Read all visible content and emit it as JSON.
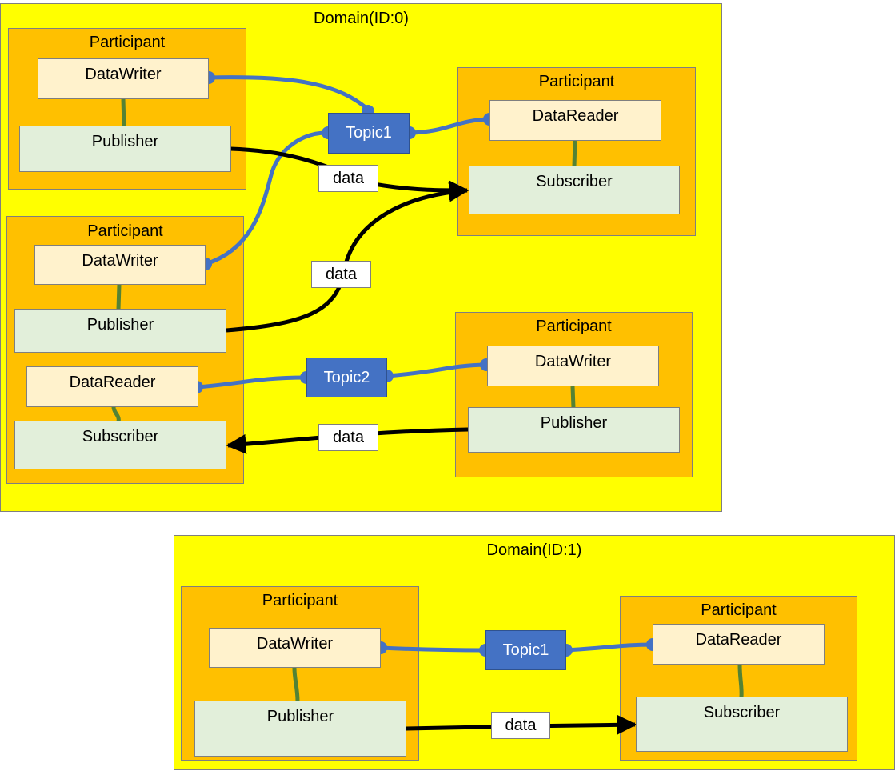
{
  "domains": [
    {
      "label": "Domain(ID:0)"
    },
    {
      "label": "Domain(ID:1)"
    }
  ],
  "participant_label": "Participant",
  "entities": {
    "writer": "DataWriter",
    "reader": "DataReader",
    "publisher": "Publisher",
    "subscriber": "Subscriber"
  },
  "topics": {
    "t1": "Topic1",
    "t2": "Topic2"
  },
  "data_label": "data",
  "colors": {
    "domain": "#ffff00",
    "participant": "#ffc000",
    "writer_reader": "#fff2cc",
    "pub_sub": "#e2efda",
    "topic": "#4472c4",
    "topic_link": "#4472c4",
    "entity_link": "#548235",
    "data_flow": "#000000"
  }
}
